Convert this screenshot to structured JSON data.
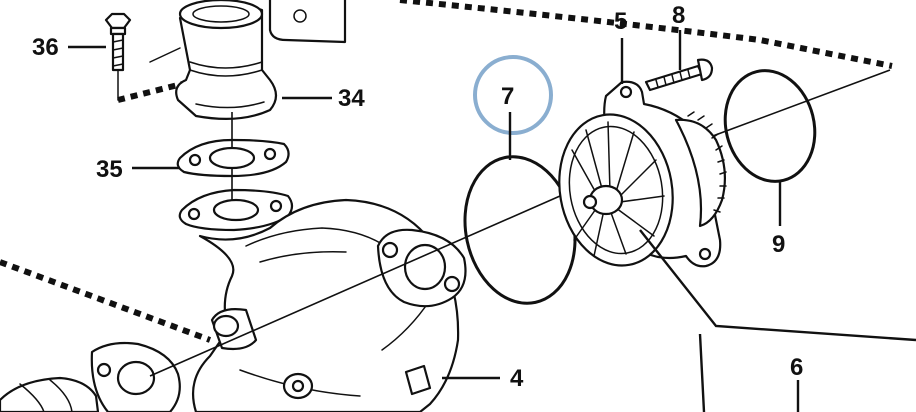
{
  "callouts": {
    "c36": "36",
    "c34": "34",
    "c35": "35",
    "c7": "7",
    "c5": "5",
    "c8": "8",
    "c9": "9",
    "c4": "4",
    "c6": "6"
  },
  "colors": {
    "highlight_circle": "#8aaed0",
    "line": "#111111",
    "background": "#ffffff"
  }
}
